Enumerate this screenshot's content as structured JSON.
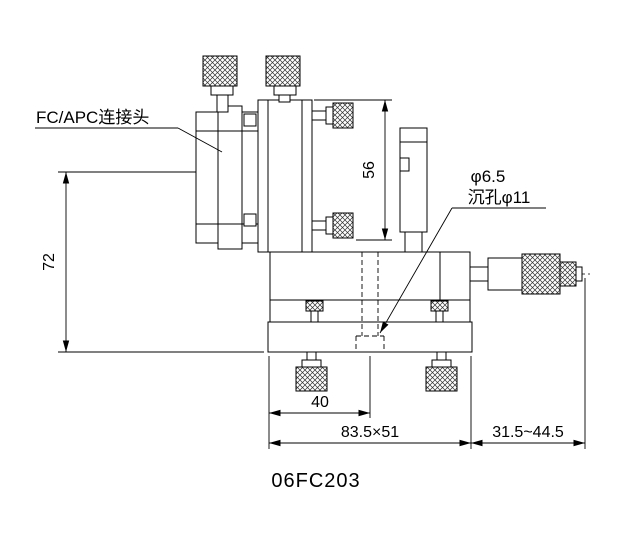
{
  "drawing": {
    "product_code": "06FC203",
    "callouts": {
      "connector_label": "FC/APC连接头",
      "hole_diameter": "φ6.5",
      "counterbore": "沉孔φ11"
    },
    "dimensions": {
      "stage_height": "56",
      "overall_height": "72",
      "hole_offset": "40",
      "base_footprint": "83.5×51",
      "micrometer_range": "31.5~44.5"
    },
    "colors": {
      "line": "#000000",
      "background": "#ffffff"
    }
  }
}
